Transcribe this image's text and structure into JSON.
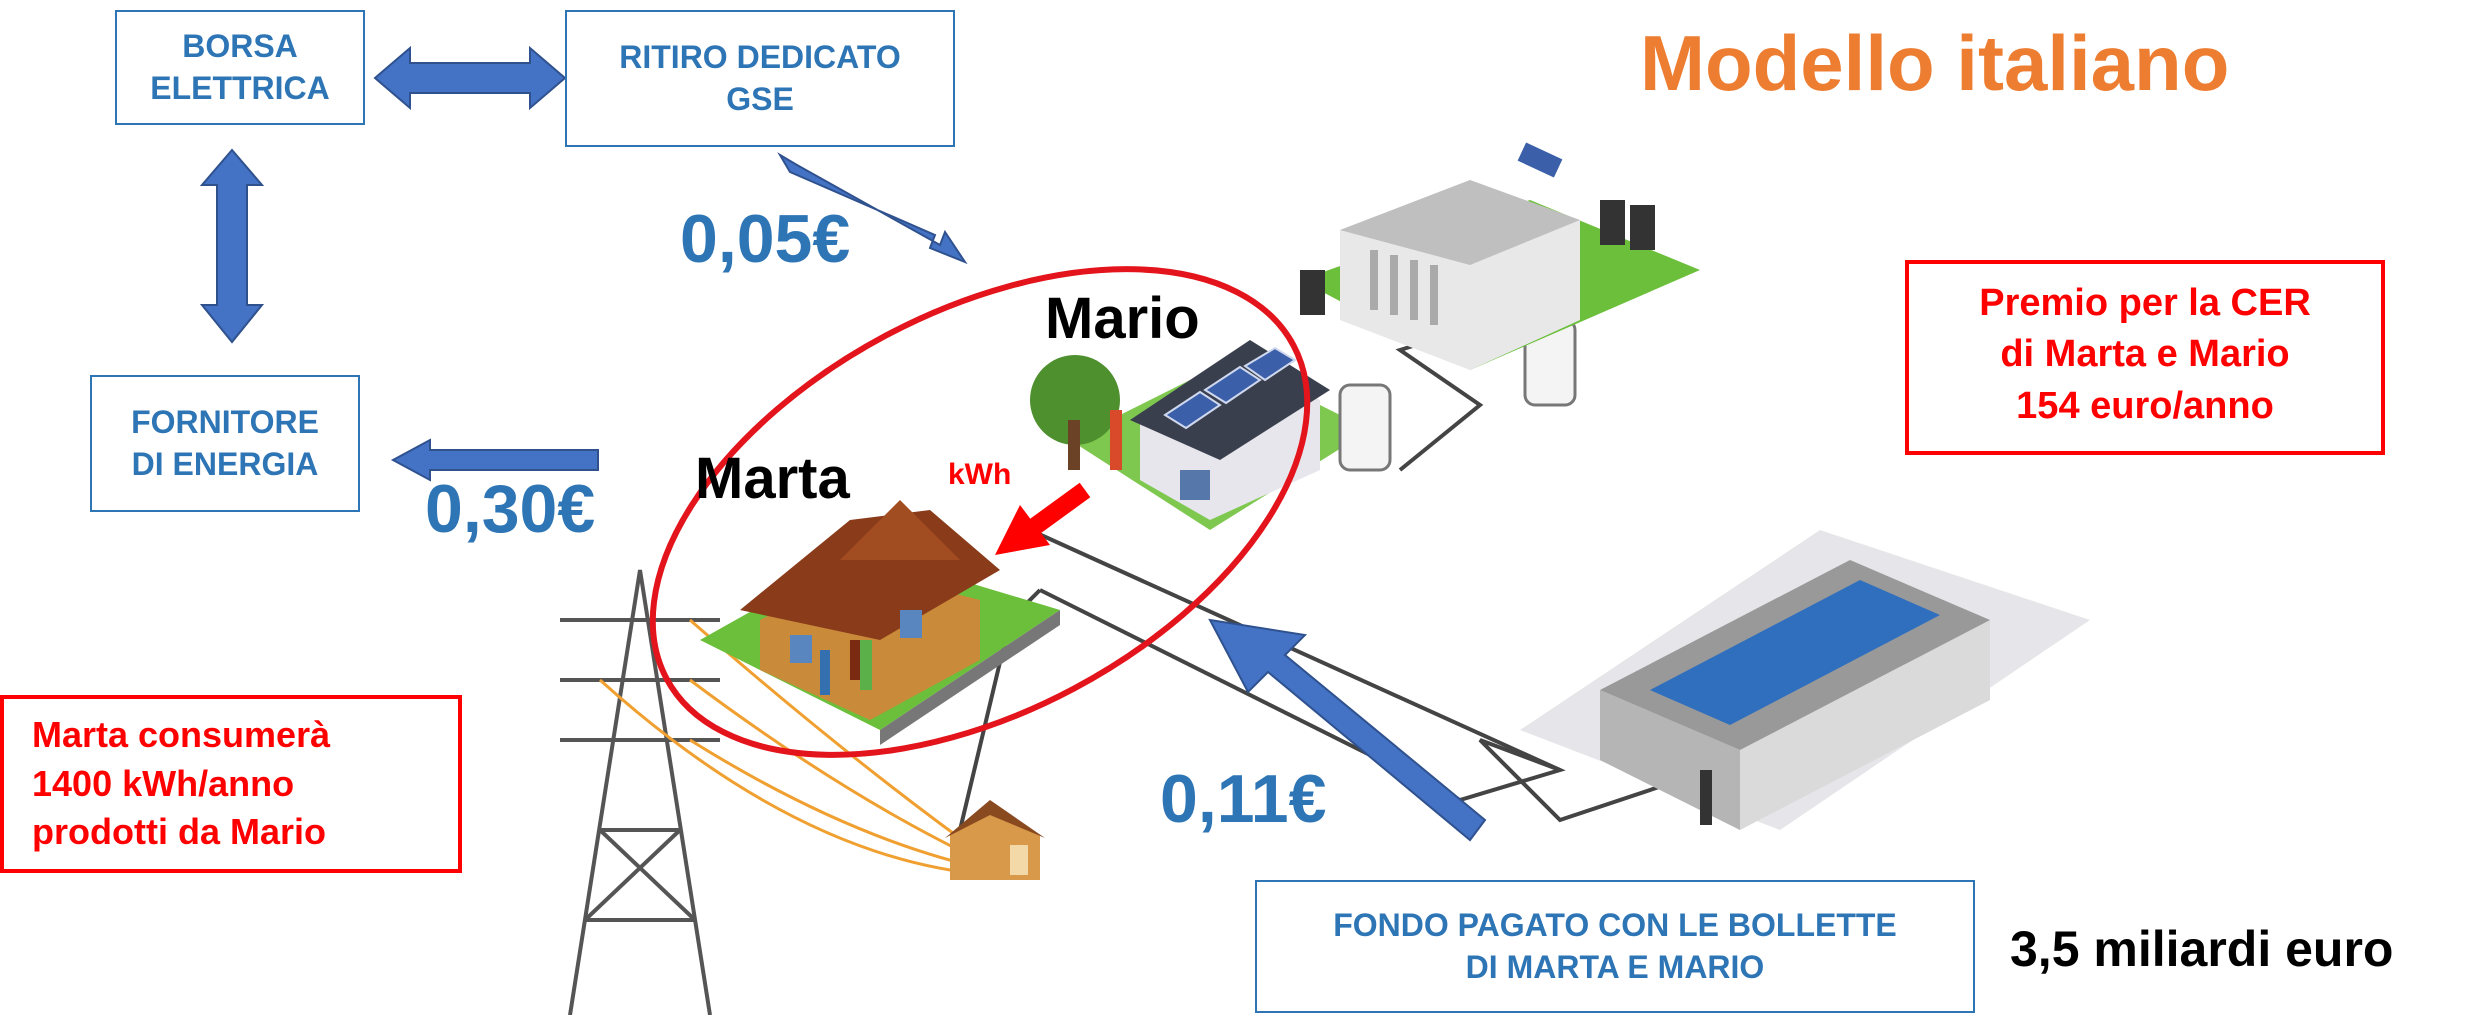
{
  "title": "Modello italiano",
  "boxes": {
    "borsa": "BORSA\nELETTRICA",
    "ritiro": "RITIRO DEDICATO\nGSE",
    "fornitore": "FORNITORE\nDI ENERGIA",
    "fondo": "FONDO PAGATO CON LE BOLLETTE\nDI MARTA E MARIO"
  },
  "prices": {
    "gse": "0,05€",
    "fornitore": "0,30€",
    "fondo": "0,11€"
  },
  "names": {
    "mario": "Mario",
    "marta": "Marta"
  },
  "kwh_label": "kWh",
  "premio": "Premio per la CER\ndi Marta e Mario\n154 euro/anno",
  "consumo": "Marta consumerà\n1400 kWh/anno\nprodotti da Mario",
  "totale": "3,5 miliardi euro",
  "colors": {
    "blue": "#2e75b6",
    "arrow_blue": "#4472c4",
    "red": "#ff0000",
    "orange": "#ed7d31"
  }
}
